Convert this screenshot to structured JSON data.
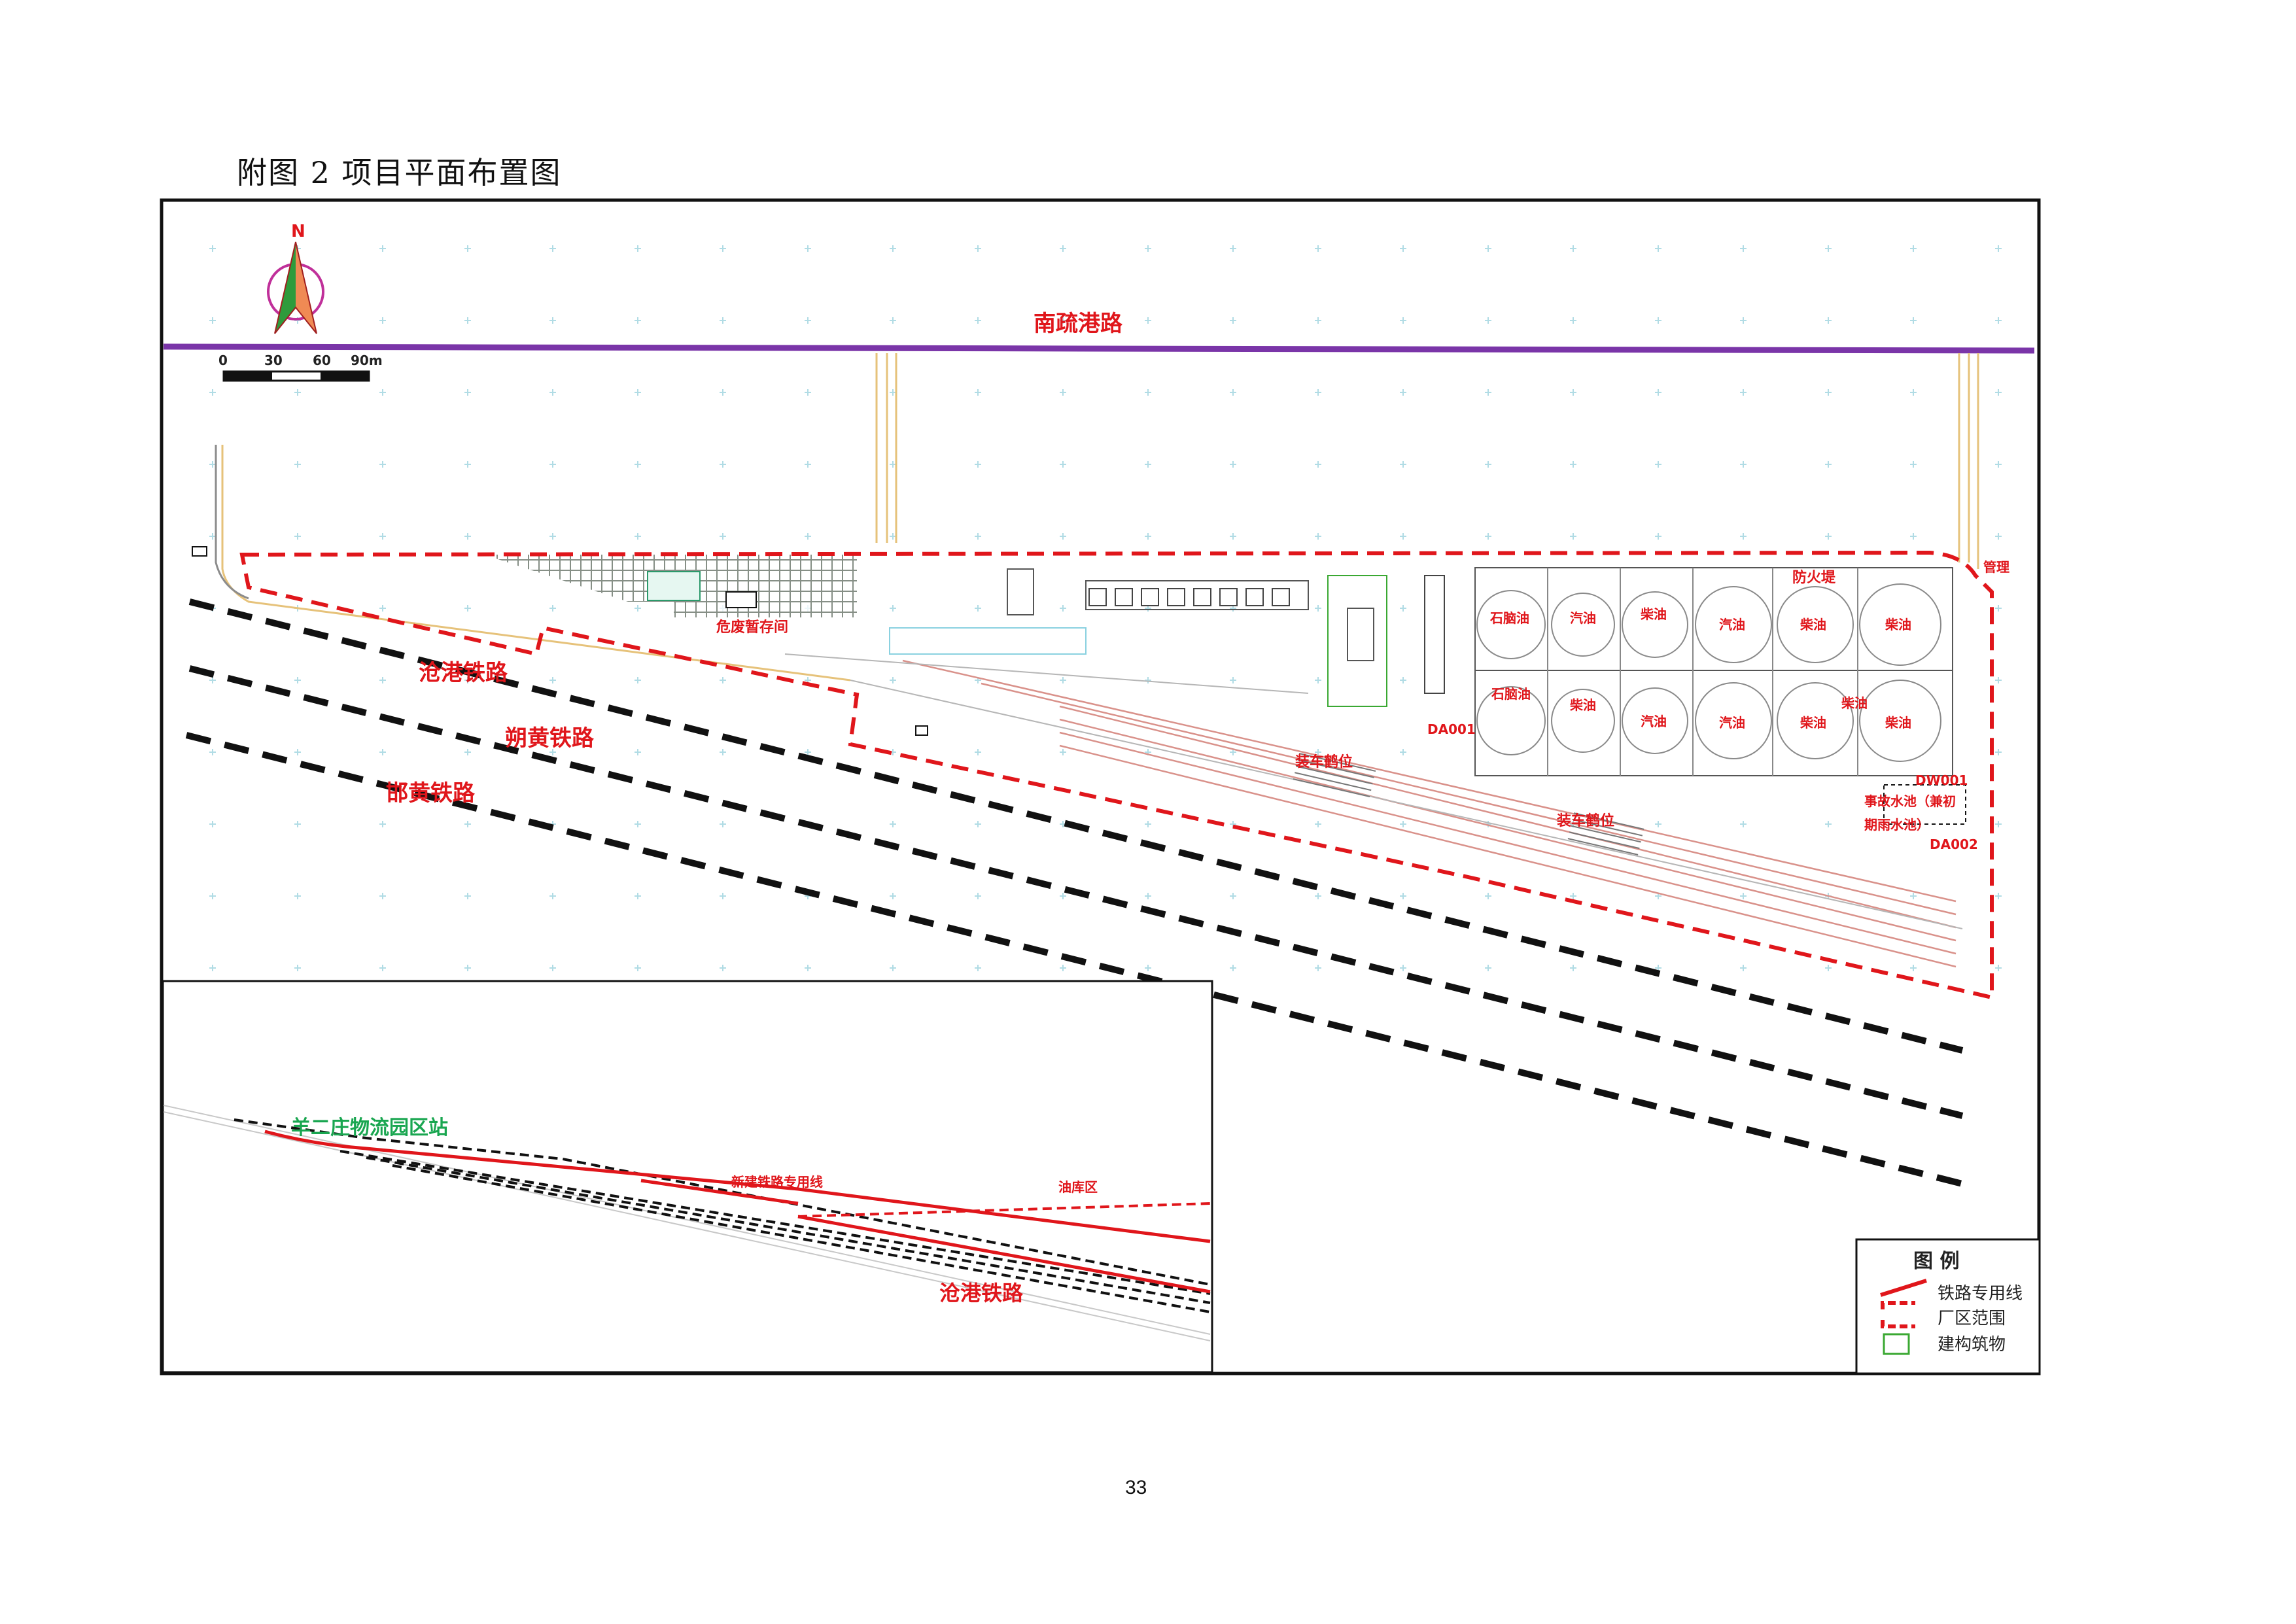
{
  "page": {
    "title": "附图 2 项目平面布置图",
    "page_number": "33"
  },
  "map": {
    "north_label": "N",
    "scale_labels": [
      "0",
      "30",
      "60",
      "90m"
    ],
    "roads": {
      "north_road": "南疏港路"
    },
    "railways": {
      "canggang": "沧港铁路",
      "shuohuang": "朔黄铁路",
      "hanhuang": "邯黄铁路"
    },
    "site_labels": {
      "hazardous_waste": "危废暂存间",
      "loading_1": "装车鹤位",
      "loading_2": "装车鹤位",
      "firewall": "防火堤",
      "pipeline": "管理",
      "emergency_pool_1": "事故水池（兼初",
      "emergency_pool_2": "期雨水池）",
      "outlet_da001": "DA001",
      "outlet_da002": "DA002",
      "outlet_dw001": "DW001"
    },
    "tanks_top": [
      "石脑油",
      "汽油",
      "柴油",
      "汽油",
      "柴油",
      "柴油"
    ],
    "tanks_bottom": [
      "石脑油",
      "柴油",
      "汽油",
      "汽油",
      "柴油",
      "柴油"
    ],
    "mid_tank_label": "柴油"
  },
  "inset": {
    "station": "羊二庄物流园区站",
    "new_line": "新建铁路专用线",
    "depot": "油库区",
    "railway": "沧港铁路"
  },
  "legend": {
    "title": "图  例",
    "items": [
      {
        "label": "铁路专用线",
        "color": "#e0161b"
      },
      {
        "label": "厂区范围",
        "color": "#e0161b"
      },
      {
        "label": "建构筑物",
        "color": "#3aa832"
      }
    ]
  }
}
